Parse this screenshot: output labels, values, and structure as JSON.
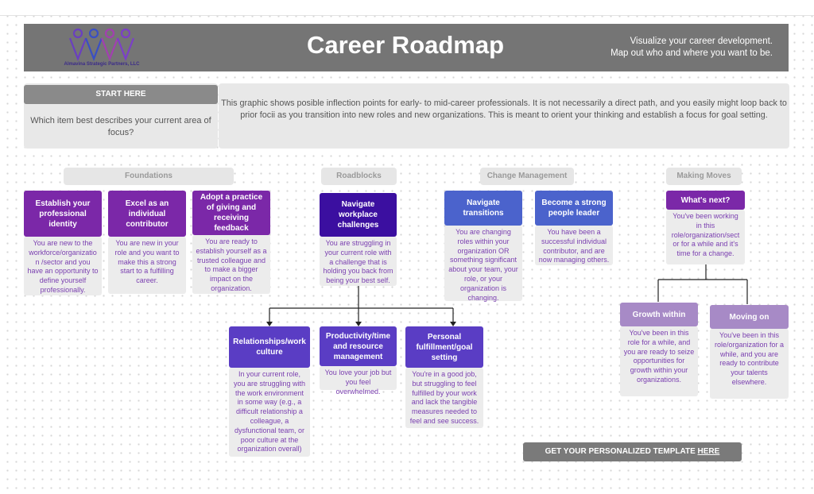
{
  "header": {
    "logo_text": "Almavina Strategic Partners, LLC",
    "title": "Career Roadmap",
    "tagline_line1": "Visualize your career development.",
    "tagline_line2": "Map out who and where you want to be."
  },
  "start": {
    "button": "START HERE",
    "question": "Which item best describes your current area of focus?",
    "intro": "This graphic shows posible inflection points for early- to mid-career professionals. It is not necessarily a direct path, and you easily might loop back to prior focii as you transition into new roles and new organizations. This is meant to orient your thinking and establish a focus for goal setting."
  },
  "sections": {
    "foundations": "Foundations",
    "roadblocks": "Roadblocks",
    "change": "Change Management",
    "moves": "Making Moves"
  },
  "cards": {
    "identity": {
      "title": "Establish your professional identity",
      "desc": "You are new to the workforce/organizatio n /sector and you have an opportunity to define yourself professionally."
    },
    "excel": {
      "title": "Excel as an individual contributor",
      "desc": "You are new in your role and you want to make this a strong start to a fulfilling career."
    },
    "feedback": {
      "title": "Adopt a practice of giving and receiving feedback",
      "desc": "You are ready to establish yourself as a trusted colleague and to make a bigger impact on the organization."
    },
    "navigate": {
      "title": "Navigate workplace challenges",
      "desc": "You are struggling in your current role with a challenge that is holding you back from being your best self."
    },
    "relationships": {
      "title": "Relationships/work culture",
      "desc": "In your current role, you are struggling with the work environment in some way (e.g., a difficult relationship a colleague, a dysfunctional team, or poor culture at the organization overall)"
    },
    "productivity": {
      "title": "Productivity/time and resource management",
      "desc": "You love your job but you feel overwhelmed."
    },
    "personal": {
      "title": "Personal fulfillment/goal setting",
      "desc": "You're in a good job, but struggling to feel fulfilled by your work and lack the tangible measures needed to feel and see success."
    },
    "transitions": {
      "title": "Navigate transitions",
      "desc": "You are changing roles within your organization OR something significant about your team, your role, or your organization is changing."
    },
    "leader": {
      "title": "Become a strong people leader",
      "desc": "You have been a successful individual contributor, and are now managing others."
    },
    "next": {
      "title": "What's next?",
      "desc": "You've been working in this role/organization/sect or for a while and it's time for a change."
    },
    "growth": {
      "title": "Growth within",
      "desc": "You've been in this role for a while, and you are ready to seize opportunities for growth within your organizations."
    },
    "moving": {
      "title": "Moving on",
      "desc": "You've been in this role/organization for a while, and you are ready to contribute your talents elsewhere."
    }
  },
  "cta": {
    "text": "GET YOUR PERSONALIZED TEMPLATE",
    "link": "HERE"
  },
  "colors": {
    "header": "#757575",
    "foundations_purple": "#7b28a8",
    "roadblock_navy": "#3b0fa0",
    "change_blue": "#4b63cc",
    "sub_violet": "#5a3dc4",
    "moves_lavender": "#a78ac6",
    "desc_text": "#7a3fb0"
  }
}
